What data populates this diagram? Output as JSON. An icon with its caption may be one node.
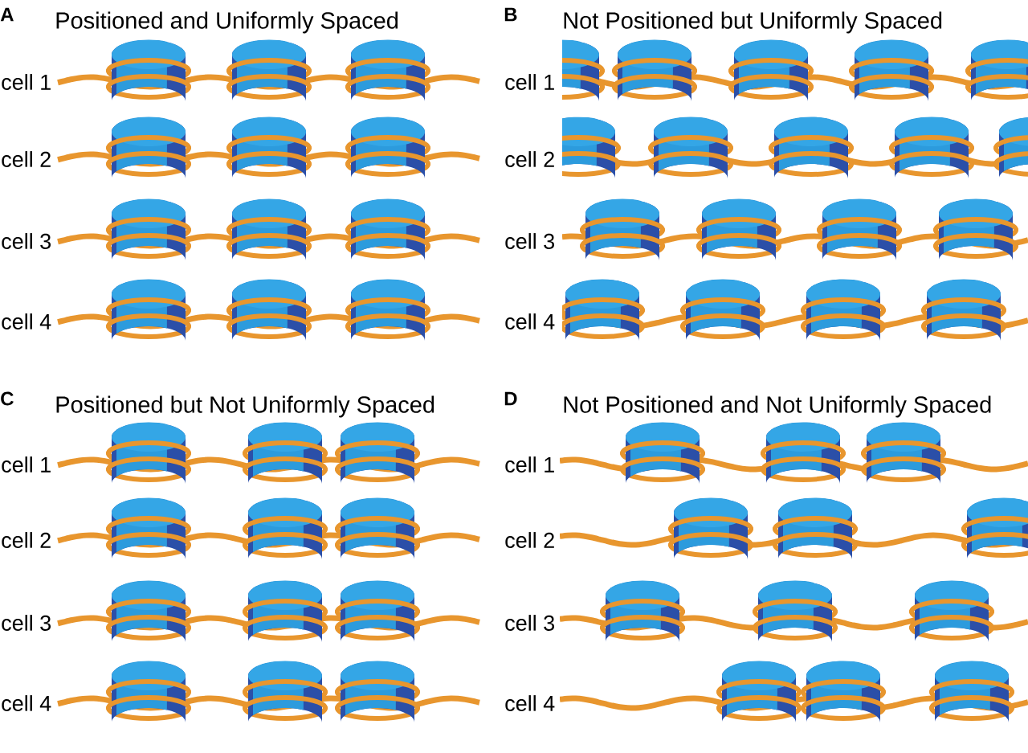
{
  "diagram": {
    "labels": [
      "A",
      "Positioned and Uniformly Spaced",
      "cell 1",
      "cell 2",
      "cell 3",
      "cell 4",
      "B",
      "Not Positioned but Uniformly Spaced",
      "cell 1",
      "cell 2",
      "cell 3",
      "cell 4",
      "C",
      "Positioned but Not Uniformly Spaced",
      "cell 1",
      "cell 2",
      "cell 3",
      "cell 4",
      "D",
      "Not Positioned and Not Uniformly Spaced",
      "cell 1",
      "cell 2",
      "cell 3",
      "cell 4"
    ]
  }
}
